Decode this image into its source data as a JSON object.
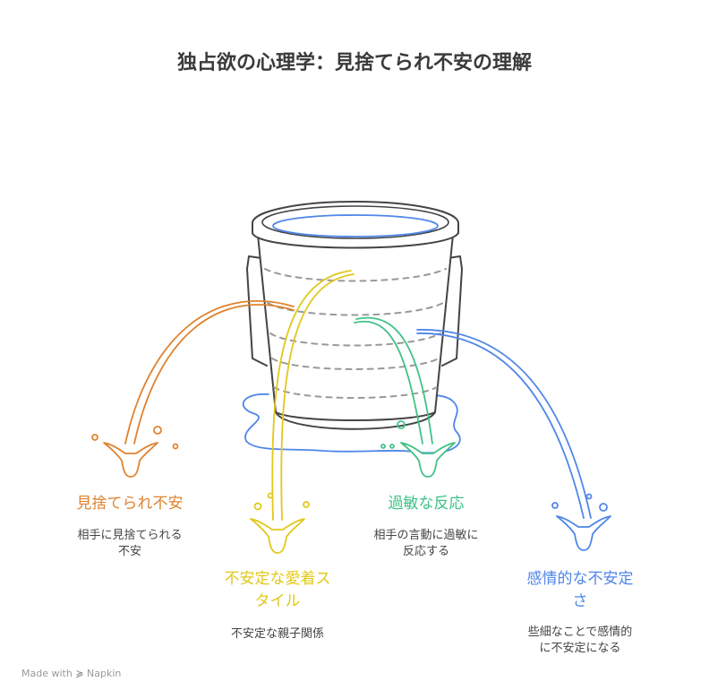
{
  "title": "独占欲の心理学：見捨てられ不安の理解",
  "colors": {
    "orange": "#e0832f",
    "yellow": "#e2c81a",
    "green": "#3fc285",
    "blue": "#4f86e8",
    "outline": "#444444",
    "dash": "#999999"
  },
  "items": [
    {
      "heading": "見捨てられ不安",
      "desc": [
        "相手に見捨てられる",
        "不安"
      ]
    },
    {
      "heading": [
        "不安定な愛着ス",
        "タイル"
      ],
      "desc": [
        "不安定な親子関係"
      ]
    },
    {
      "heading": "過敏な反応",
      "desc": [
        "相手の言動に過敏に",
        "反応する"
      ]
    },
    {
      "heading": [
        "感情的な不安定",
        "さ"
      ],
      "desc": [
        "些細なことで感情的",
        "に不安定になる"
      ]
    }
  ],
  "footer": {
    "made_with": "Made with",
    "brand": "Napkin",
    "icon": "napkin-logo-icon"
  }
}
